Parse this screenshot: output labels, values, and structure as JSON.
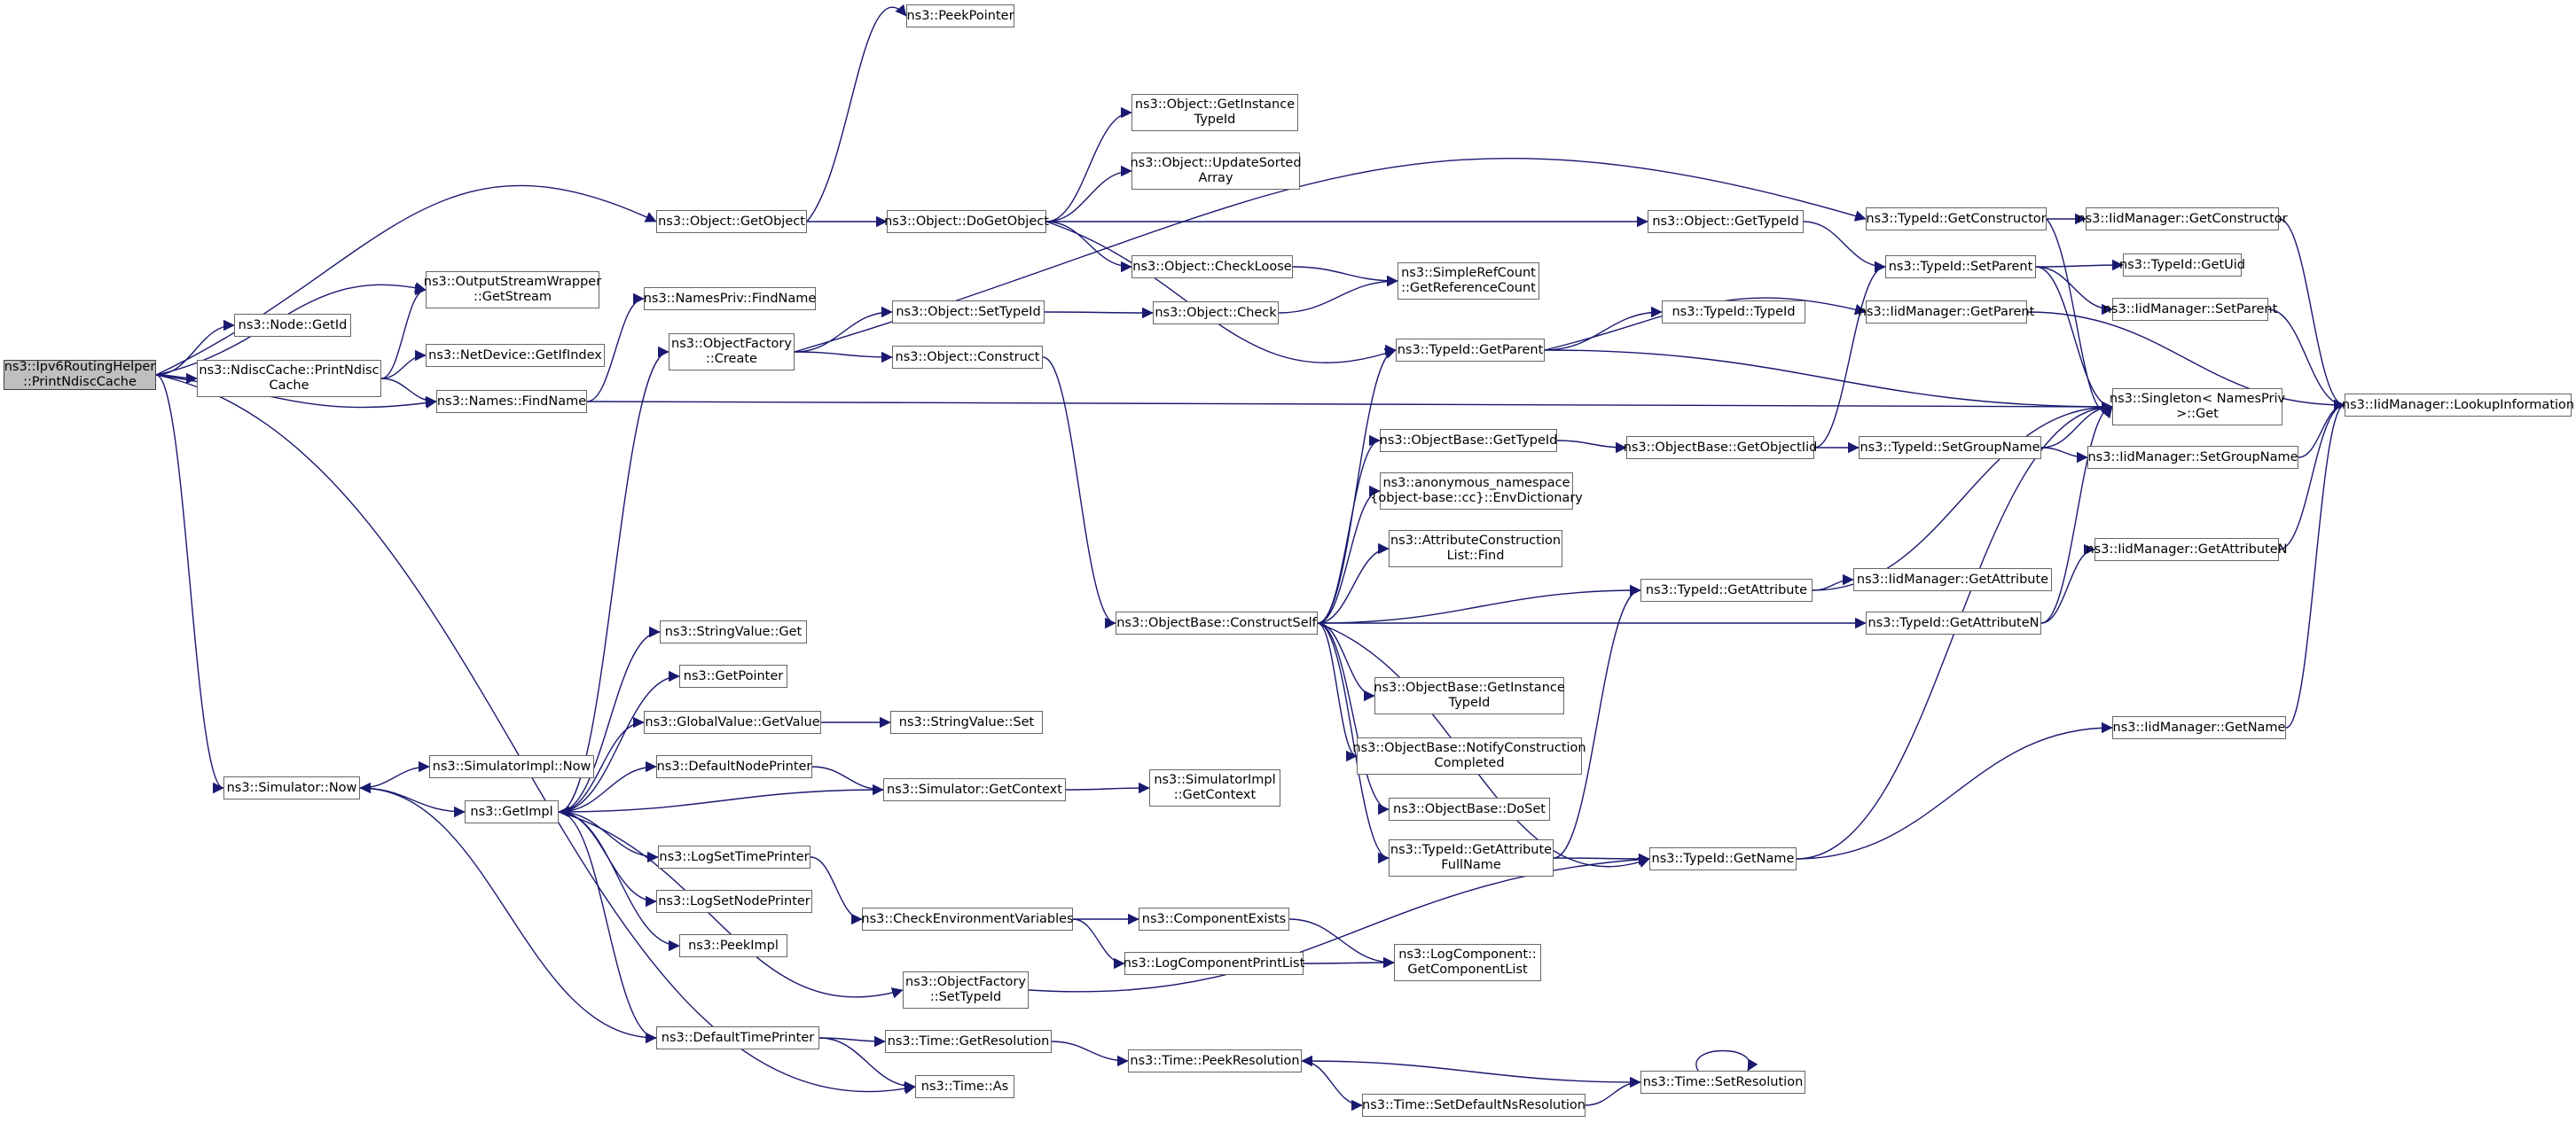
{
  "colors": {
    "edge": "#191970",
    "node_border": "#666666",
    "root_fill": "#bfbfbf"
  },
  "nodes": {
    "root": [
      "ns3::Ipv6RoutingHelper",
      "::PrintNdiscCache"
    ],
    "peekpointer": [
      "ns3::PeekPointer"
    ],
    "object_getobject": [
      "ns3::Object::GetObject"
    ],
    "outputstream": [
      "ns3::OutputStreamWrapper",
      "::GetStream"
    ],
    "node_getid": [
      "ns3::Node::GetId"
    ],
    "ndisc_print": [
      "ns3::NdiscCache::PrintNdisc",
      "Cache"
    ],
    "netdevice_getifindex": [
      "ns3::NetDevice::GetIfIndex"
    ],
    "names_findname": [
      "ns3::Names::FindName"
    ],
    "namespriv_findname": [
      "ns3::NamesPriv::FindName"
    ],
    "objectfactory_create": [
      "ns3::ObjectFactory",
      "::Create"
    ],
    "object_dogetobject": [
      "ns3::Object::DoGetObject"
    ],
    "object_getinstancetypeid": [
      "ns3::Object::GetInstance",
      "TypeId"
    ],
    "object_updatesorted": [
      "ns3::Object::UpdateSorted",
      "Array"
    ],
    "object_checkloose": [
      "ns3::Object::CheckLoose"
    ],
    "object_check": [
      "ns3::Object::Check"
    ],
    "object_settypeid": [
      "ns3::Object::SetTypeId"
    ],
    "object_construct": [
      "ns3::Object::Construct"
    ],
    "simplerefcount": [
      "ns3::SimpleRefCount",
      "::GetReferenceCount"
    ],
    "object_gettypeid": [
      "ns3::Object::GetTypeId"
    ],
    "typeid_getconstructor": [
      "ns3::TypeId::GetConstructor"
    ],
    "iidmanager_getconstructor": [
      "ns3::IidManager::GetConstructor"
    ],
    "typeid_setparent": [
      "ns3::TypeId::SetParent"
    ],
    "typeid_getuid": [
      "ns3::TypeId::GetUid"
    ],
    "iidmanager_setparent": [
      "ns3::IidManager::SetParent"
    ],
    "typeid_typeid": [
      "ns3::TypeId::TypeId"
    ],
    "iidmanager_getparent": [
      "ns3::IidManager::GetParent"
    ],
    "typeid_getparent": [
      "ns3::TypeId::GetParent"
    ],
    "singleton_get": [
      "ns3::Singleton< NamesPriv",
      " >::Get"
    ],
    "iidmanager_lookupinformation": [
      "ns3::IidManager::LookupInformation"
    ],
    "objectbase_gettypeid": [
      "ns3::ObjectBase::GetTypeId"
    ],
    "objectbase_getobjectiid": [
      "ns3::ObjectBase::GetObjectIid"
    ],
    "typeid_setgroupname": [
      "ns3::TypeId::SetGroupName"
    ],
    "iidmanager_setgroupname": [
      "ns3::IidManager::SetGroupName"
    ],
    "anon_envdictionary": [
      "ns3::anonymous_namespace",
      "{object-base::cc}::EnvDictionary"
    ],
    "attributeconstruction_find": [
      "ns3::AttributeConstruction",
      "List::Find"
    ],
    "iidmanager_getattributen": [
      "ns3::IidManager::GetAttributeN"
    ],
    "typeid_getattribute": [
      "ns3::TypeId::GetAttribute"
    ],
    "iidmanager_getattribute": [
      "ns3::IidManager::GetAttribute"
    ],
    "objectbase_constructself": [
      "ns3::ObjectBase::ConstructSelf"
    ],
    "typeid_getattributen": [
      "ns3::TypeId::GetAttributeN"
    ],
    "stringvalue_get": [
      "ns3::StringValue::Get"
    ],
    "getpointer": [
      "ns3::GetPointer"
    ],
    "objectbase_getinstancetypeid": [
      "ns3::ObjectBase::GetInstance",
      "TypeId"
    ],
    "globalvalue_getvalue": [
      "ns3::GlobalValue::GetValue"
    ],
    "stringvalue_set": [
      "ns3::StringValue::Set"
    ],
    "iidmanager_getname": [
      "ns3::IidManager::GetName"
    ],
    "objectbase_notifyconstruction": [
      "ns3::ObjectBase::NotifyConstruction",
      "Completed"
    ],
    "simulatorimpl_now": [
      "ns3::SimulatorImpl::Now"
    ],
    "defaultnodeprinter": [
      "ns3::DefaultNodePrinter"
    ],
    "simulator_now": [
      "ns3::Simulator::Now"
    ],
    "simulator_getcontext": [
      "ns3::Simulator::GetContext"
    ],
    "simulatorimpl_getcontext": [
      "ns3::SimulatorImpl",
      "::GetContext"
    ],
    "getimpl": [
      "ns3::GetImpl"
    ],
    "objectbase_doset": [
      "ns3::ObjectBase::DoSet"
    ],
    "logsettimeprinter": [
      "ns3::LogSetTimePrinter"
    ],
    "typeid_getattributefullname": [
      "ns3::TypeId::GetAttribute",
      "FullName"
    ],
    "typeid_getname": [
      "ns3::TypeId::GetName"
    ],
    "logsetnodeprinter": [
      "ns3::LogSetNodePrinter"
    ],
    "checkenvvars": [
      "ns3::CheckEnvironmentVariables"
    ],
    "componentexists": [
      "ns3::ComponentExists"
    ],
    "peekimpl": [
      "ns3::PeekImpl"
    ],
    "logcomponentprintlist": [
      "ns3::LogComponentPrintList"
    ],
    "logcomponent_getcomponentlist": [
      "ns3::LogComponent::",
      "GetComponentList"
    ],
    "objectfactory_settypeid": [
      "ns3::ObjectFactory",
      "::SetTypeId"
    ],
    "defaulttimeprinter": [
      "ns3::DefaultTimePrinter"
    ],
    "time_getresolution": [
      "ns3::Time::GetResolution"
    ],
    "time_peekresolution": [
      "ns3::Time::PeekResolution"
    ],
    "time_setresolution": [
      "ns3::Time::SetResolution"
    ],
    "time_as": [
      "ns3::Time::As"
    ],
    "time_setdefaultnsresolution": [
      "ns3::Time::SetDefaultNsResolution"
    ]
  }
}
